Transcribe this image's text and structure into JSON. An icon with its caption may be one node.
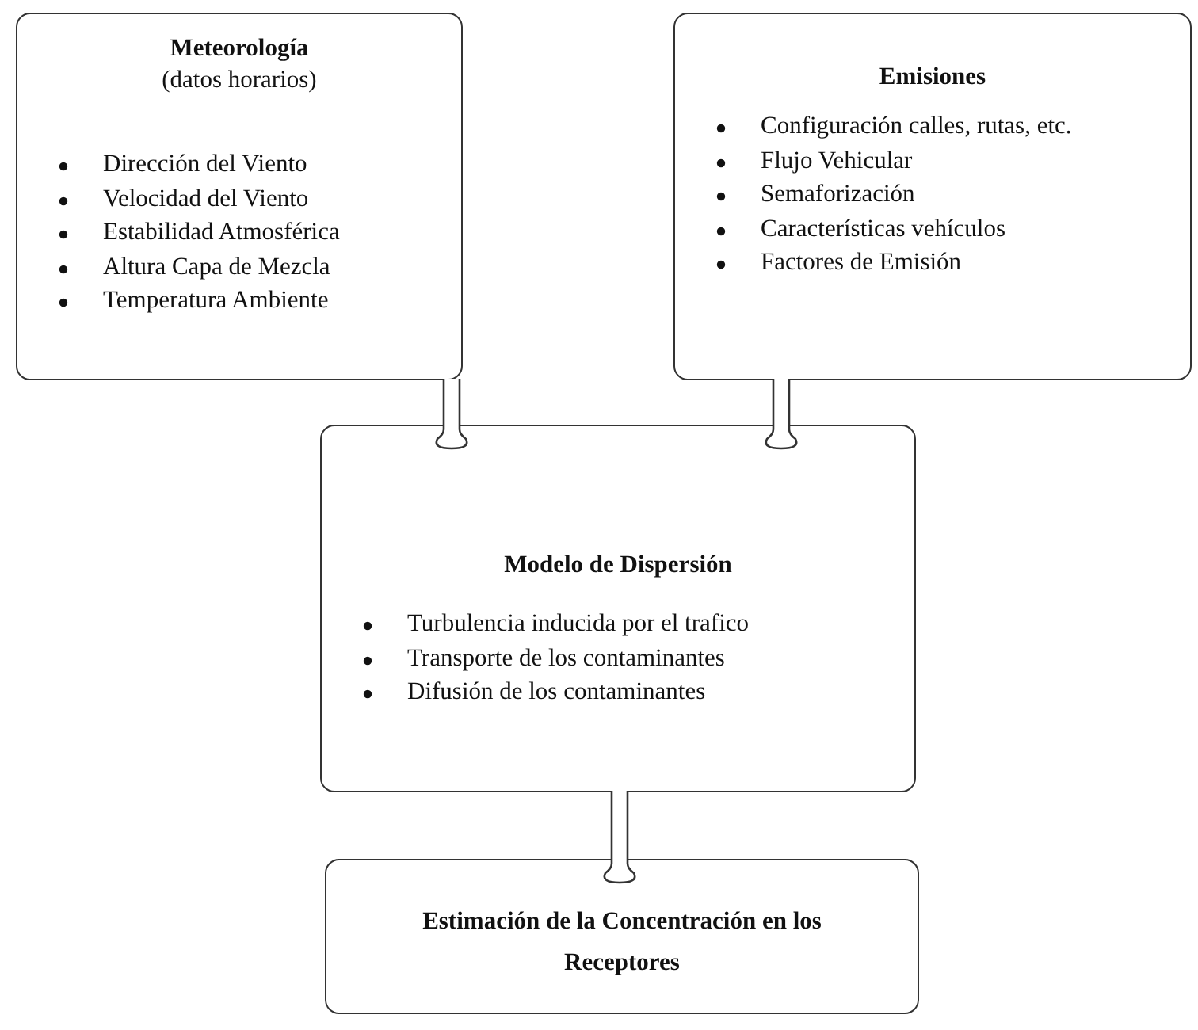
{
  "diagram": {
    "nodes": [
      {
        "text": [
          "Meteorología",
          "(datos horarios)",
          "Dirección del Viento",
          "Velocidad del Viento",
          "Estabilidad Atmosférica",
          "Altura Capa de Mezcla",
          "Temperatura Ambiente"
        ]
      },
      {
        "text": [
          "Emisiones",
          "Configuración calles, rutas, etc.",
          "Flujo Vehicular",
          "Semaforización",
          "Características vehículos",
          "Factores de Emisión"
        ]
      },
      {
        "text": [
          "Modelo de Dispersión",
          "Turbulencia inducida por el trafico",
          "Transporte de los contaminantes",
          "Difusión de los contaminantes"
        ]
      },
      {
        "text": [
          "Estimación de la Concentración en los Receptores"
        ]
      }
    ],
    "edges": [
      {
        "from": 0,
        "to": 2,
        "arrow": "to"
      },
      {
        "from": 1,
        "to": 2,
        "arrow": "to"
      },
      {
        "from": 2,
        "to": 3,
        "arrow": "to"
      }
    ]
  }
}
